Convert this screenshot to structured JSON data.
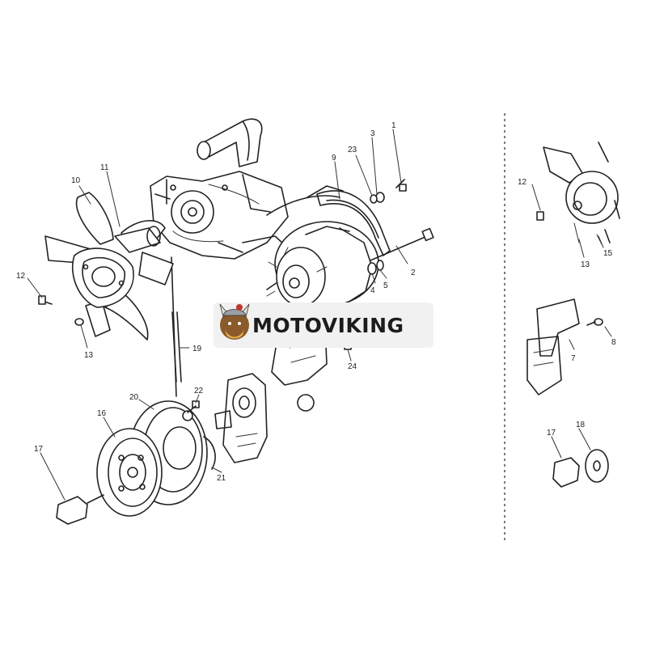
{
  "watermark": {
    "text": "MOTOVIKING",
    "brand_color": "#1c1c1c",
    "badge_color": "#c0392b"
  },
  "callouts": {
    "main": {
      "c1": "1",
      "c2": "2",
      "c3": "3",
      "c4": "4",
      "c5": "5",
      "c9": "9",
      "c10": "10",
      "c11": "11",
      "c12": "12",
      "c13": "13",
      "c16": "16",
      "c17": "17",
      "c19": "19",
      "c20": "20",
      "c21": "21",
      "c22": "22",
      "c23": "23",
      "c24": "24"
    },
    "side": {
      "c12": "12",
      "c13": "13",
      "c15": "15",
      "c7": "7",
      "c8": "8",
      "c17": "17",
      "c18": "18"
    }
  }
}
